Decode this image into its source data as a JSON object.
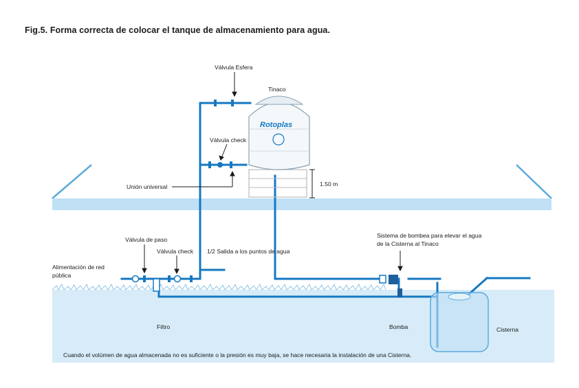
{
  "title": "Fig.5. Forma correcta de colocar el tanque de almacenamiento para agua.",
  "labels": {
    "valvula_esfera": "Válvula Esfera",
    "tinaco": "Tinaco",
    "valvula_check_top": "Válvula check",
    "union_universal": "Unión universal",
    "height": "1.50 m",
    "valvula_paso": "Válvula de paso",
    "valvula_check_bottom": "Válvula check",
    "alimentacion_1": "Alimentación de red",
    "alimentacion_2": "pública",
    "salida": "1/2  Salida a los puntos de agua",
    "sistema_1": "Sistema de bombea para elevar el agua",
    "sistema_2": "de la Cisterna al Tinaco",
    "filtro": "Filtro",
    "bomba": "Bomba",
    "cisterna": "Cisterna"
  },
  "tank_brand": "Rotoplas",
  "footnote": "Cuando el volúmen de agua almacenada no es suficiente o la presión es muy baja, se hace necesaria la instalación de una Cisterna.",
  "colors": {
    "pipe": "#1578c2",
    "ground": "#d7ecf8",
    "roof": "#bfe0f5",
    "tank": "#f4f8fb"
  }
}
